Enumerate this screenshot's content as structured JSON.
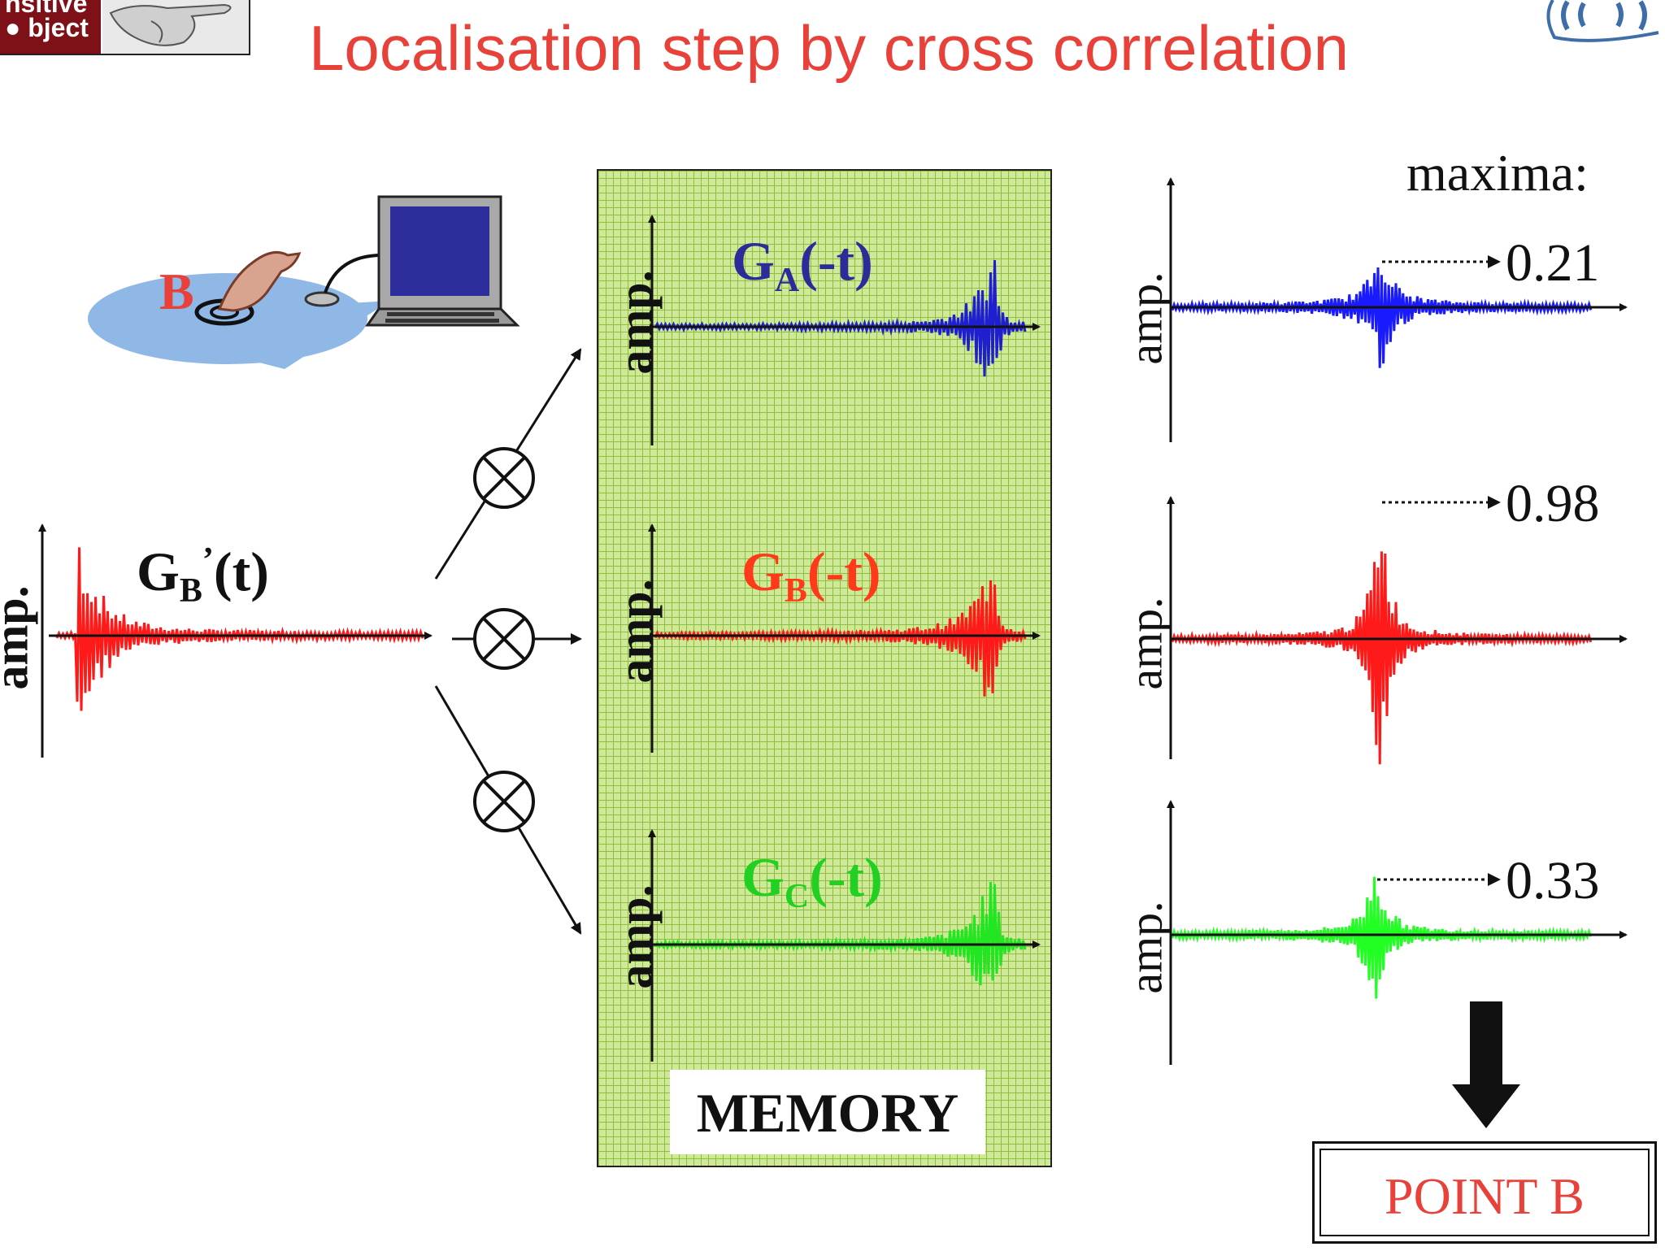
{
  "slide": {
    "title": "Localisation step by cross correlation",
    "logo_text_line1": "nsitive",
    "logo_text_line2": "bject",
    "point_label": "B",
    "axis_label": "amp.",
    "input_signal_label": "G",
    "input_signal_sub": "B",
    "input_signal_suffix": "(t)",
    "input_signal_prime": "’",
    "memory_label": "MEMORY",
    "maxima_label": "maxima:",
    "result_label": "POINT B"
  },
  "memory_signals": [
    {
      "label_main": "G",
      "label_sub": "A",
      "label_suffix": "(-t)",
      "color": "#1f1fd0",
      "label_color": "#2b2b9a"
    },
    {
      "label_main": "G",
      "label_sub": "B",
      "label_suffix": "(-t)",
      "color": "#ff1a1a",
      "label_color": "#ff3a1a"
    },
    {
      "label_main": "G",
      "label_sub": "C",
      "label_suffix": "(-t)",
      "color": "#22e622",
      "label_color": "#22d022"
    }
  ],
  "correlation_results": [
    {
      "max_value": "0.21",
      "color": "#1a1aff"
    },
    {
      "max_value": "0.98",
      "color": "#ff1a1a"
    },
    {
      "max_value": "0.33",
      "color": "#22ff22"
    }
  ],
  "colors": {
    "title": "#e8413a",
    "memory_bg": "#cfe89a",
    "memory_grid": "#8cbf3a",
    "input_signal": "#ff1a1a"
  }
}
